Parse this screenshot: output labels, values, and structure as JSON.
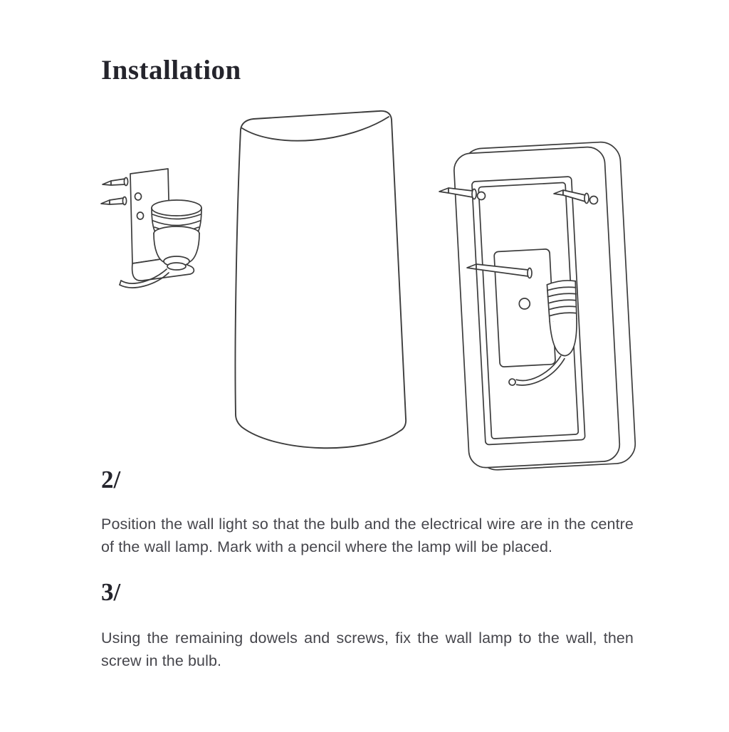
{
  "page": {
    "title": "Installation",
    "steps": [
      {
        "number": "2/",
        "text": "Position the wall light so that the bulb and the electrical wire are in the centre of the wall lamp. Mark with a pencil where the lamp will be placed."
      },
      {
        "number": "3/",
        "text": "Using the remaining dowels and screws, fix the wall lamp to the wall, then screw in the bulb."
      }
    ],
    "figures": {
      "left": "socket-bracket-figure",
      "middle": "lamp-shade-figure",
      "right": "lamp-back-panel-figure"
    },
    "colors": {
      "ink": "#24242c",
      "body_text": "#46464c",
      "line_art": "#3c3c3c",
      "background": "#ffffff"
    }
  }
}
